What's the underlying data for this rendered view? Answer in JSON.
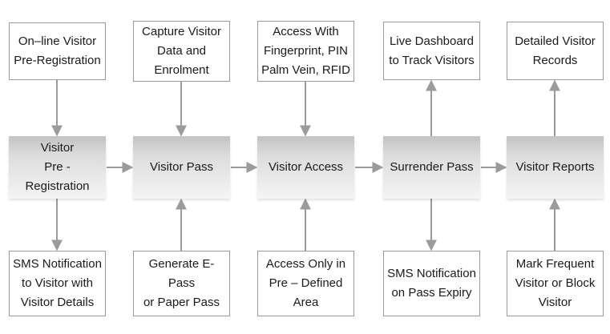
{
  "diagram": {
    "colors": {
      "arrow": "#9b9b9b",
      "box_border": "#9a9a9a",
      "main_gradient_top": "#c2c2c2",
      "main_gradient_bottom": "#f4f4f4",
      "text": "#1a1a1a"
    },
    "columns": [
      {
        "main": "Visitor\nPre -\nRegistration",
        "top": "On–line Visitor\nPre-Registration",
        "top_arrow": "down",
        "bottom": "SMS Notification\nto Visitor with\nVisitor Details",
        "bottom_arrow": "down"
      },
      {
        "main": "Visitor Pass",
        "top": "Capture Visitor\nData and\nEnrolment",
        "top_arrow": "down",
        "bottom": "Generate E- Pass\nor Paper Pass",
        "bottom_arrow": "up"
      },
      {
        "main": "Visitor Access",
        "top": "Access With\nFingerprint, PIN\nPalm Vein, RFID",
        "top_arrow": "down",
        "bottom": "Access Only in\nPre – Defined\nArea",
        "bottom_arrow": "up"
      },
      {
        "main": "Surrender Pass",
        "top": "Live Dashboard\nto Track Visitors",
        "top_arrow": "up",
        "bottom": "SMS Notification\non Pass Expiry",
        "bottom_arrow": "down"
      },
      {
        "main": "Visitor Reports",
        "top": "Detailed Visitor\nRecords",
        "top_arrow": "up",
        "bottom": "Mark Frequent\nVisitor or Block\nVisitor",
        "bottom_arrow": "up"
      }
    ]
  }
}
